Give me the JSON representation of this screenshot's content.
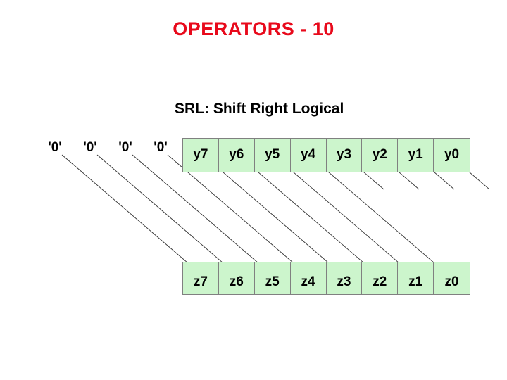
{
  "slide": {
    "title": "OPERATORS - 10",
    "title_color": "#e8091b",
    "background_color": "#ffffff"
  },
  "diagram": {
    "subtitle": "SRL: Shift Right Logical",
    "cell_fill_color": "#ccf5cc",
    "cell_border_color": "#808080",
    "wire_color": "#333333",
    "constants": [
      {
        "name": "const-0-a",
        "label": "'0'"
      },
      {
        "name": "const-0-b",
        "label": "'0'"
      },
      {
        "name": "const-0-c",
        "label": "'0'"
      },
      {
        "name": "const-0-d",
        "label": "'0'"
      }
    ],
    "source_register": {
      "name": "y-register",
      "cells": [
        {
          "label": "y7"
        },
        {
          "label": "y6"
        },
        {
          "label": "y5"
        },
        {
          "label": "y4"
        },
        {
          "label": "y3"
        },
        {
          "label": "y2"
        },
        {
          "label": "y1"
        },
        {
          "label": "y0"
        }
      ]
    },
    "destination_register": {
      "name": "z-register",
      "cells": [
        {
          "label": "z7"
        },
        {
          "label": "z6"
        },
        {
          "label": "z5"
        },
        {
          "label": "z4"
        },
        {
          "label": "z3"
        },
        {
          "label": "z2"
        },
        {
          "label": "z1"
        },
        {
          "label": "z0"
        }
      ]
    },
    "connections": [
      {
        "from": "'0'",
        "to": "z7"
      },
      {
        "from": "'0'",
        "to": "z6"
      },
      {
        "from": "'0'",
        "to": "z5"
      },
      {
        "from": "'0'",
        "to": "z4"
      },
      {
        "from": "y7",
        "to": "z3"
      },
      {
        "from": "y6",
        "to": "z2"
      },
      {
        "from": "y5",
        "to": "z1"
      },
      {
        "from": "y4",
        "to": "z0"
      }
    ]
  }
}
